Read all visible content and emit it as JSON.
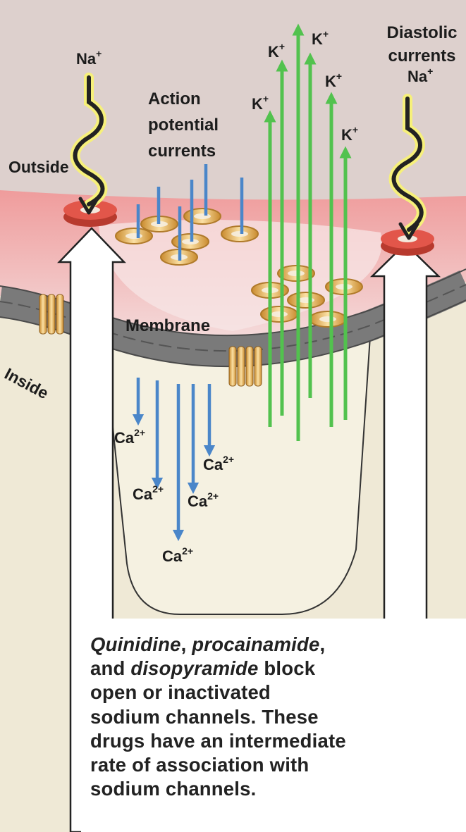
{
  "labels": {
    "outside": "Outside",
    "inside": "Inside",
    "membrane": "Membrane",
    "action_potential_currents": [
      "Action",
      "potential",
      "currents"
    ],
    "diastolic_currents": [
      "Diastolic",
      "currents"
    ]
  },
  "ions": {
    "na": {
      "symbol": "Na",
      "charge": "+"
    },
    "k": {
      "symbol": "K",
      "charge": "+"
    },
    "ca": {
      "symbol": "Ca",
      "charge": "2+"
    }
  },
  "caption": {
    "lines": [
      {
        "segments": [
          {
            "text": "Quinidine",
            "italic": true
          },
          {
            "text": ", ",
            "italic": false
          },
          {
            "text": "procainamide",
            "italic": true
          },
          {
            "text": ",",
            "italic": false
          }
        ]
      },
      {
        "segments": [
          {
            "text": "and ",
            "italic": false
          },
          {
            "text": "disopyramide",
            "italic": true
          },
          {
            "text": " block",
            "italic": false
          }
        ]
      },
      {
        "segments": [
          {
            "text": "open or inactivated",
            "italic": false
          }
        ]
      },
      {
        "segments": [
          {
            "text": "sodium channels. These",
            "italic": false
          }
        ]
      },
      {
        "segments": [
          {
            "text": "drugs have an intermediate",
            "italic": false
          }
        ]
      },
      {
        "segments": [
          {
            "text": "rate of association with",
            "italic": false
          }
        ]
      },
      {
        "segments": [
          {
            "text": "sodium channels.",
            "italic": false
          }
        ]
      }
    ]
  },
  "colors": {
    "background": "#efe9d6",
    "outside_region": "#ddd0cd",
    "pink_band": "#e9b1b1",
    "cell_interior": "#f5f1e1",
    "membrane": "#7a7a7a",
    "potassium_arrow": "#52c24e",
    "calcium_sodium_arrow": "#4a86c9",
    "sodium_channel": "#d94b3f",
    "pore": "#e9c27a",
    "wavy_glow": "#f6f07a"
  }
}
